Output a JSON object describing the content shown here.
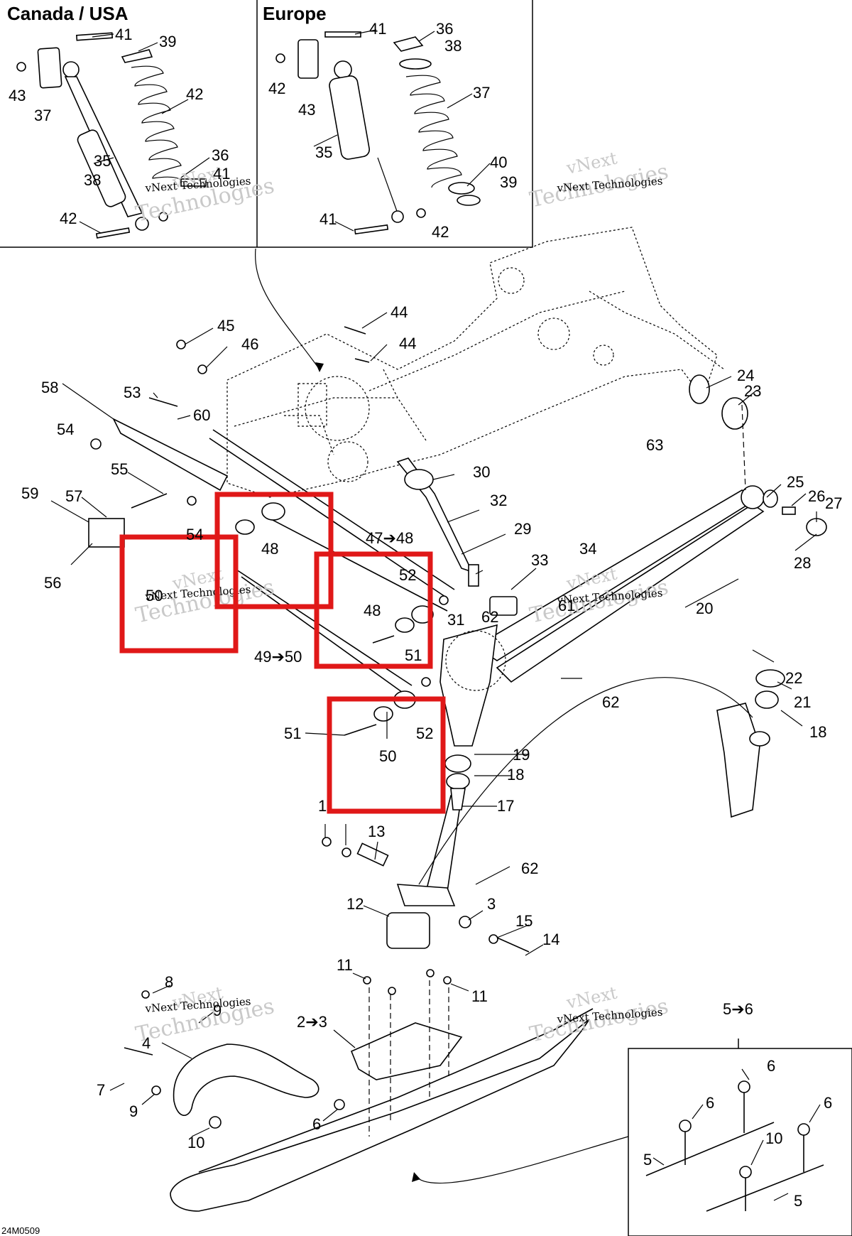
{
  "panels": {
    "canada_usa_title": "Canada / USA",
    "europe_title": "Europe"
  },
  "diagram_code": "24M0509",
  "watermark": {
    "line1": "vNext",
    "line2": "Technologies",
    "line3": "vNext Technologies"
  },
  "callouts": {
    "canada": [
      "41",
      "39",
      "42",
      "43",
      "37",
      "35",
      "38",
      "36",
      "41",
      "42"
    ],
    "europe": [
      "41",
      "36",
      "38",
      "42",
      "43",
      "37",
      "35",
      "40",
      "39",
      "41",
      "42"
    ],
    "main": [
      "44",
      "44",
      "45",
      "46",
      "58",
      "53",
      "60",
      "54",
      "24",
      "23",
      "63",
      "55",
      "59",
      "57",
      "30",
      "32",
      "25",
      "26",
      "27",
      "54",
      "48",
      "47➔48",
      "29",
      "28",
      "56",
      "52",
      "33",
      "50",
      "34",
      "48",
      "31",
      "62",
      "20",
      "49➔50",
      "51",
      "61",
      "62",
      "22",
      "21",
      "51",
      "52",
      "50",
      "18",
      "19",
      "18",
      "17",
      "1",
      "13",
      "62",
      "12",
      "3",
      "15",
      "14",
      "11",
      "11",
      "8",
      "9",
      "2➔3",
      "5➔6",
      "6",
      "4",
      "6",
      "6",
      "7",
      "9",
      "10",
      "6",
      "10",
      "5",
      "5"
    ]
  },
  "highlight_color": "#e01818"
}
